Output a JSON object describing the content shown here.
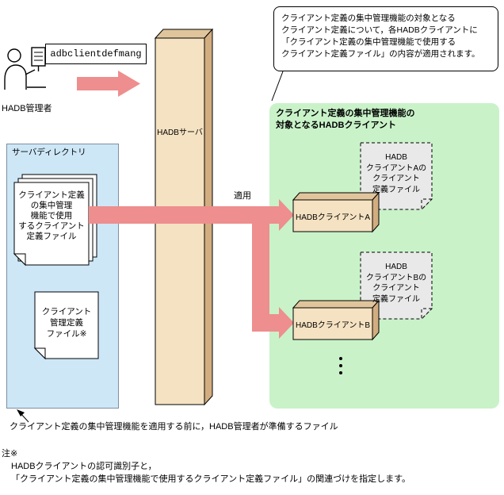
{
  "callout": {
    "lines": [
      "クライアント定義の集中管理機能の対象となる",
      "クライアント定義について，各HADBクライアントに",
      "「クライアント定義の集中管理機能で使用する",
      "クライアント定義ファイル」の内容が適用されます。"
    ]
  },
  "admin": {
    "label": "HADB管理者",
    "command": "adbclientdefmang"
  },
  "server": {
    "label": "HADBサーバ"
  },
  "server_directory": {
    "label": "サーバディレクトリ",
    "stacked_file": {
      "lines": [
        "クライアント定義",
        "の集中管理",
        "機能で使用",
        "するクライアント",
        "定義ファイル"
      ]
    },
    "single_file": {
      "lines": [
        "クライアント",
        "管理定義",
        "ファイル※"
      ]
    }
  },
  "apply_label": "適用",
  "clients_group": {
    "title_lines": [
      "クライアント定義の集中管理機能の",
      "対象となるHADBクライアント"
    ],
    "client_a": {
      "label": "HADBクライアントA",
      "file_lines": [
        "HADB",
        "クライアントAの",
        "クライアント",
        "定義ファイル"
      ]
    },
    "client_b": {
      "label": "HADBクライアントB",
      "file_lines": [
        "HADB",
        "クライアントBの",
        "クライアント",
        "定義ファイル"
      ]
    }
  },
  "footer": {
    "prepare_note": "クライアント定義の集中管理機能を適用する前に，HADB管理者が準備するファイル",
    "note_mark": "注※",
    "note_line1": "HADBクライアントの認可識別子と，",
    "note_line2": "「クライアント定義の集中管理機能で使用するクライアント定義ファイル」の関連づけを指定します。"
  },
  "colors": {
    "arrow": "#ee8e8e",
    "server_front": "#f5e2c2",
    "server_top": "#e0c59c",
    "server_side": "#d2ad80",
    "blue_panel": "#cde7f7",
    "green_panel": "#c9f2c9",
    "gray_file": "#e9e9e9"
  }
}
